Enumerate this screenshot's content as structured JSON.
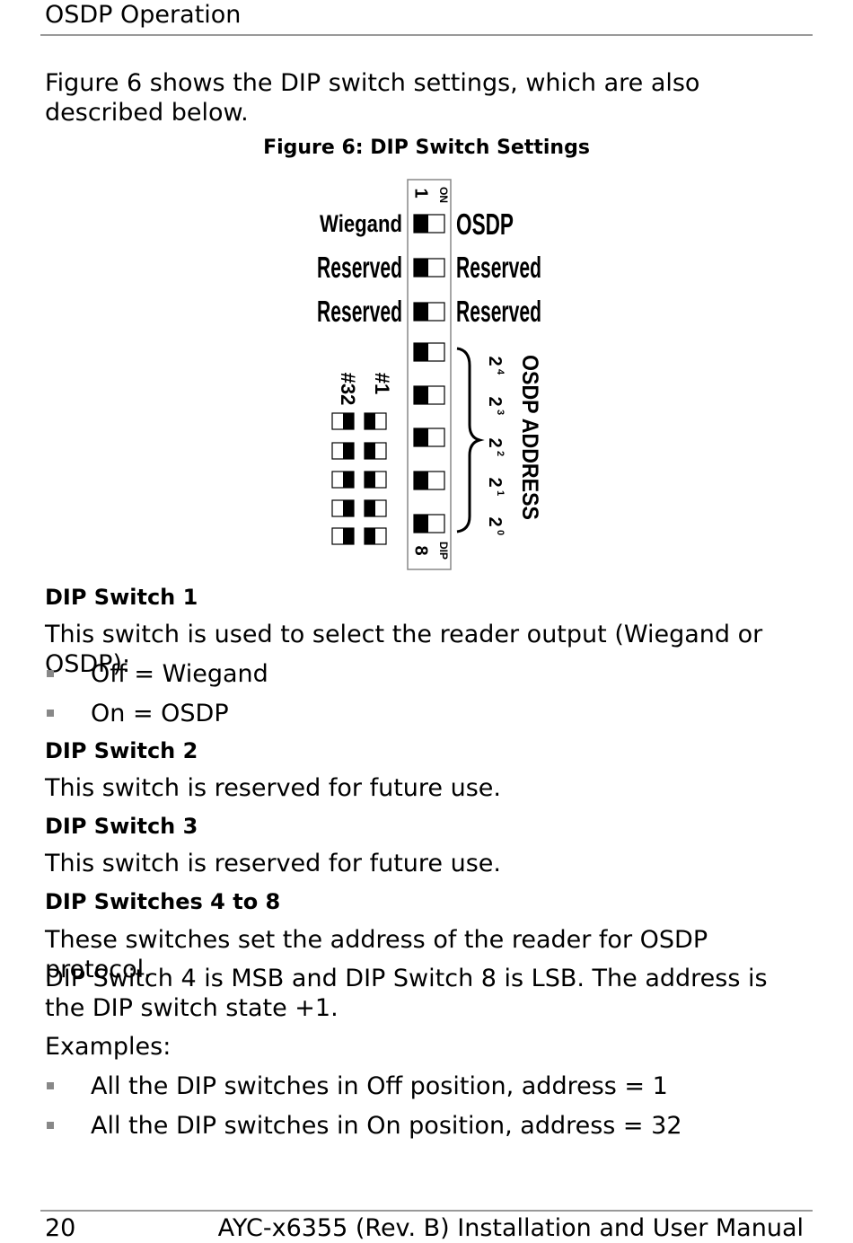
{
  "header": {
    "title": "OSDP Operation"
  },
  "intro": "Figure 6 shows the DIP switch settings, which are also described below.",
  "figure": {
    "caption": "Figure 6: DIP Switch Settings",
    "on_label": "ON",
    "dip_label": "DIP",
    "switch_first": "1",
    "switch_last": "8",
    "rows": [
      {
        "left": "Wiegand",
        "right": "OSDP"
      },
      {
        "left": "Reserved",
        "right": "Reserved"
      },
      {
        "left": "Reserved",
        "right": "Reserved"
      }
    ],
    "address_powers": [
      "2",
      "2",
      "2",
      "2",
      "2"
    ],
    "address_exponents": [
      "4",
      "3",
      "2",
      "1",
      "0"
    ],
    "address_label": "OSDP ADDRESS",
    "example_first": "#1",
    "example_last": "#32"
  },
  "sections": [
    {
      "heading": "DIP Switch 1",
      "text": "This switch is used to select the reader output (Wiegand or OSDP):",
      "bullets": [
        "Off = Wiegand",
        "On = OSDP"
      ]
    },
    {
      "heading": "DIP Switch 2",
      "text": "This switch is reserved for future use."
    },
    {
      "heading": "DIP Switch 3",
      "text": "This switch is reserved for future use."
    },
    {
      "heading": "DIP Switches 4 to 8",
      "text": "These switches set the address of the reader for OSDP protocol.",
      "text2": "DIP Switch 4 is MSB and DIP Switch 8 is LSB. The address is the DIP switch state +1.",
      "text3": "Examples:",
      "bullets": [
        "All the DIP switches in Off position, address = 1",
        "All the DIP switches in On position, address = 32"
      ]
    }
  ],
  "footer": {
    "page": "20",
    "doc": "AYC-x6355 (Rev. B) Installation and User Manual"
  }
}
